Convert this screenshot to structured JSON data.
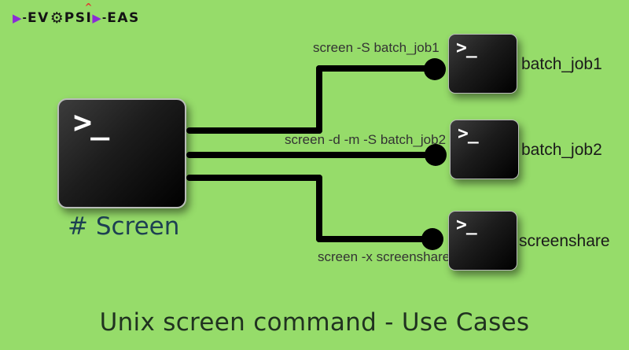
{
  "logo": {
    "full_text": "DEVOPSIDEAS",
    "d1": "▶",
    "dash1": "-",
    "seg1": "EV",
    "gear": "⚙",
    "seg2": "PS",
    "letter_i": "I",
    "caret": "^",
    "d2": "▶",
    "dash2": "-",
    "seg3": "EAS"
  },
  "main_terminal": {
    "prompt": ">_",
    "label": "# Screen"
  },
  "connections": [
    {
      "command": "screen -S batch_job1",
      "prompt": ">_",
      "label": "batch_job1"
    },
    {
      "command": "screen -d -m -S batch_job2",
      "prompt": ">_",
      "label": "batch_job2"
    },
    {
      "command": "screen -x screenshare",
      "prompt": ">_",
      "label": "screenshare"
    }
  ],
  "title": "Unix screen command - Use Cases",
  "colors": {
    "background": "#96DC6A",
    "line": "#000000",
    "terminal_body": "#1c1c1c",
    "terminal_border": "#b9bdb9",
    "screen_label": "#1D4052",
    "command_text": "#333333",
    "title_text": "#203220",
    "logo_purple": "#8B2BD6",
    "logo_red": "#E03A2F"
  }
}
